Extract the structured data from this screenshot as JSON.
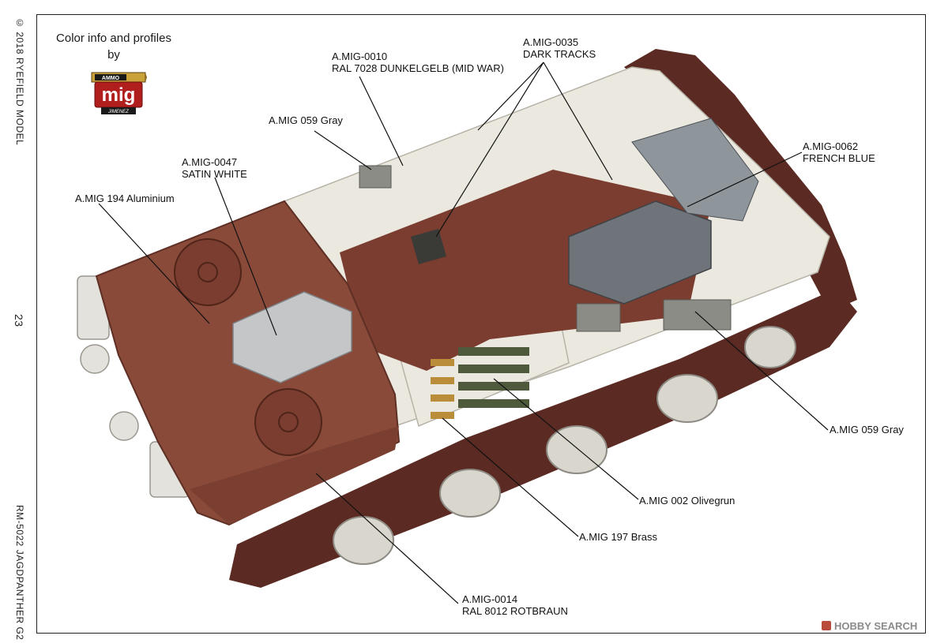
{
  "side": {
    "copyright": "© 2018 RYEFIELD MODEL",
    "page_number": "23",
    "model_code": "RM-5022 JAGDPANTHER G2"
  },
  "header": {
    "line1": "Color info and profiles",
    "line2": "by"
  },
  "logo": {
    "top": "AMMO",
    "main": "mig",
    "bottom": "JIMENEZ",
    "colors": {
      "plate": "#b01e1e",
      "body": "#c9a23a"
    }
  },
  "labels": {
    "mig0010": {
      "line1": "A.MIG-0010",
      "line2": "RAL 7028 DUNKELGELB (MID WAR)"
    },
    "mig0035": {
      "line1": "A.MIG-0035",
      "line2": "DARK TRACKS"
    },
    "mig059_top": {
      "line1": "A.MIG 059 Gray"
    },
    "mig0047": {
      "line1": "A.MIG-0047",
      "line2": "SATIN WHITE"
    },
    "mig194": {
      "line1": "A.MIG 194 Aluminium"
    },
    "mig0062": {
      "line1": "A.MIG-0062",
      "line2": "FRENCH BLUE"
    },
    "mig059_right": {
      "line1": "A.MIG 059 Gray"
    },
    "mig002": {
      "line1": "A.MIG 002 Olivegrun"
    },
    "mig197": {
      "line1": "A.MIG 197 Brass"
    },
    "mig0014": {
      "line1": "A.MIG-0014",
      "line2": "RAL 8012 ROTBRAUN"
    }
  },
  "watermark": {
    "text": "HOBBY SEARCH"
  },
  "colors": {
    "rotbraun": "#8a4a3a",
    "rotbraun_dark": "#5e2f24",
    "satin_white": "#ebe8df",
    "track": "#5b2a22",
    "gray": "#8c8c86",
    "olive": "#4f5a3c",
    "brass": "#b98d3a",
    "aluminium": "#c4c6c8",
    "steel": "#6f747a"
  }
}
